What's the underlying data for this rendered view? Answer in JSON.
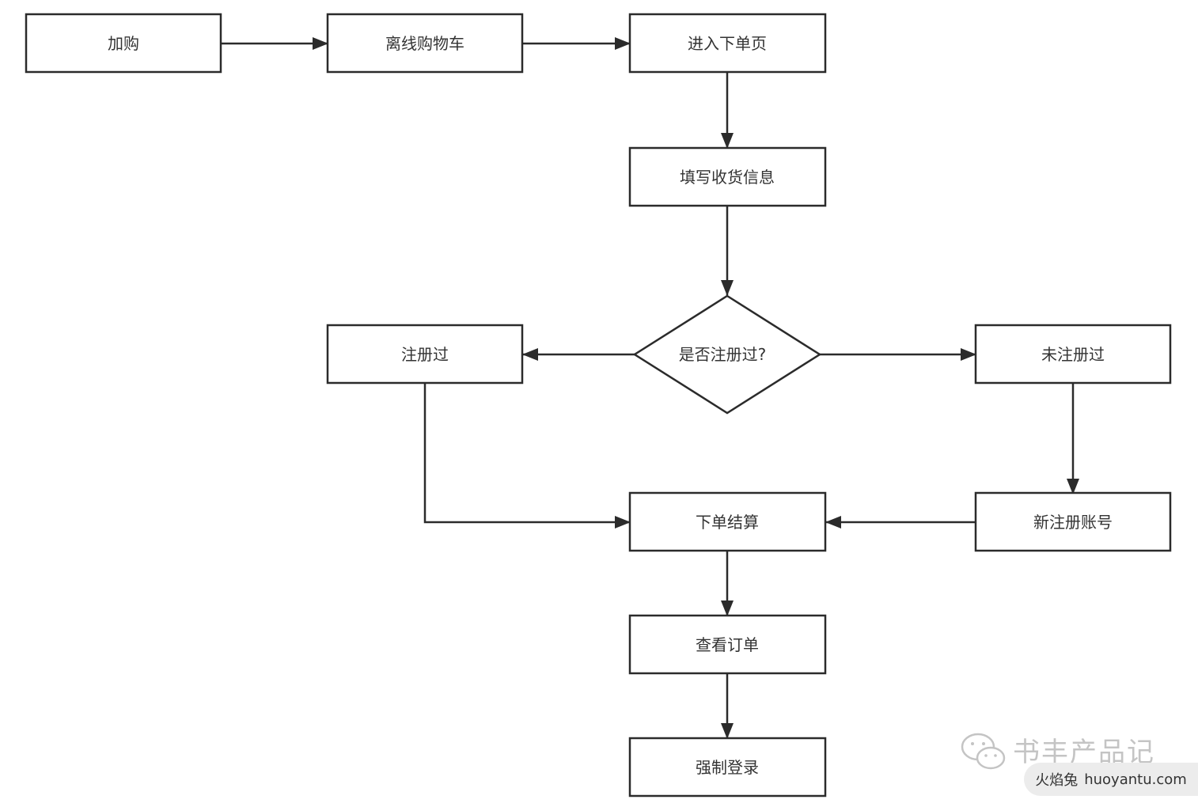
{
  "nodes": {
    "add_to_cart": "加购",
    "offline_cart": "离线购物车",
    "enter_order_page": "进入下单页",
    "fill_shipping_info": "填写收货信息",
    "is_registered": "是否注册过?",
    "registered": "注册过",
    "not_registered": "未注册过",
    "checkout": "下单结算",
    "new_account": "新注册账号",
    "view_order": "查看订单",
    "force_login": "强制登录"
  },
  "watermark": {
    "text": "书丰产品记",
    "icon": "wechat-icon"
  },
  "badge": {
    "brand": "火焰兔",
    "domain": "huoyantu.com"
  },
  "colors": {
    "stroke": "#2b2b2b",
    "text": "#333333",
    "watermark": "#c4c4c4"
  }
}
